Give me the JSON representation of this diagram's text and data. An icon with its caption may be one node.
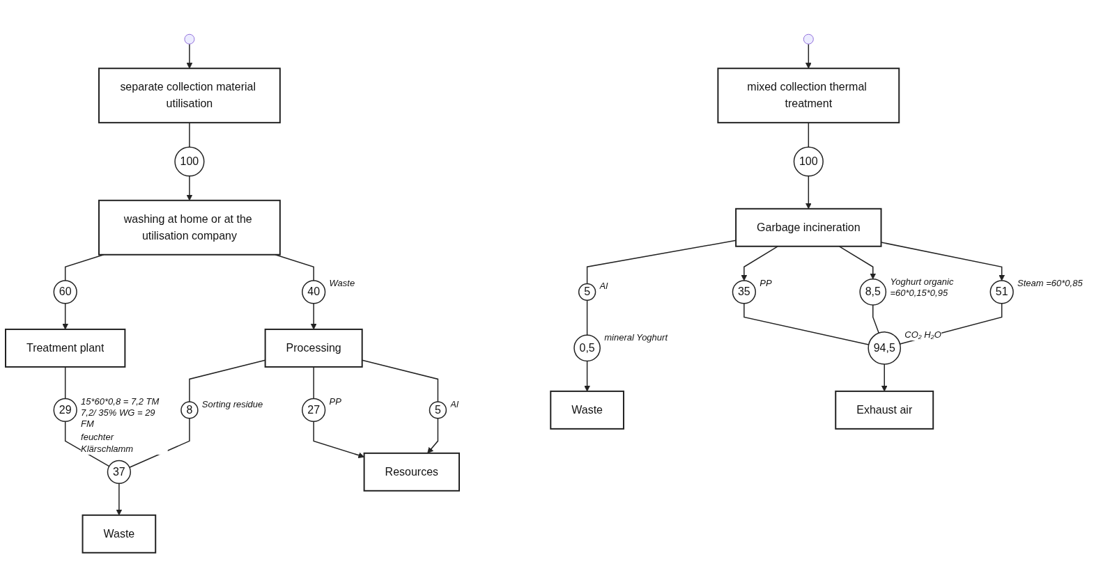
{
  "diagram": {
    "nodes": [
      {
        "text": [
          "separate collection material utilisation"
        ]
      },
      {
        "text": [
          "mixed collection thermal treatment"
        ]
      },
      {
        "text": [
          "100"
        ]
      },
      {
        "text": [
          "100"
        ]
      },
      {
        "text": [
          "washing at home or at the utilisation company"
        ]
      },
      {
        "text": [
          "60"
        ]
      },
      {
        "text": [
          "Treatment plant"
        ]
      },
      {
        "text": [
          "Garbage incineration"
        ]
      },
      {
        "text": [
          "35"
        ],
        "beside": [
          "PP"
        ]
      },
      {
        "text": [
          "40"
        ],
        "beside": [
          "Waste"
        ]
      },
      {
        "text": [
          "8,5"
        ],
        "beside": [
          "Yoghurt organic =60*0,15*0,95"
        ]
      },
      {
        "text": [
          "29"
        ],
        "beside": [
          "15*60*0,8 = 7,2 TM 7,2/ 35% WG = 29 FM",
          "feuchter Klärschlamm"
        ]
      },
      {
        "text": [
          "Processing"
        ]
      },
      {
        "text": [
          "8"
        ],
        "beside": [
          "Sorting residue"
        ]
      },
      {
        "text": [
          "5"
        ],
        "beside": [
          "Al"
        ]
      },
      {
        "text": [
          "51"
        ],
        "beside": [
          "Steam =60*0,85"
        ]
      },
      {
        "text": [
          "27"
        ],
        "beside": [
          "PP"
        ]
      },
      {
        "text": [
          "5"
        ],
        "beside": [
          "Al"
        ]
      },
      {
        "text": [
          "37"
        ]
      },
      {
        "text": [
          "0,5"
        ],
        "beside": [
          "mineral Yoghurt"
        ]
      },
      {
        "text": [
          "94,5"
        ],
        "beside": [
          "CO₂ H₂O"
        ]
      },
      {
        "text": [
          "Resources"
        ]
      },
      {
        "text": [
          "Waste"
        ]
      },
      {
        "text": [
          "Waste"
        ]
      },
      {
        "text": [
          "Exhaust air"
        ]
      }
    ],
    "edges": [
      {
        "from": null,
        "to": 0,
        "arrow": "to"
      },
      {
        "from": null,
        "to": 1,
        "arrow": "to"
      },
      {
        "from": 0,
        "to": 2,
        "arrow": "none"
      },
      {
        "from": 2,
        "to": 4,
        "arrow": "to"
      },
      {
        "from": 4,
        "to": 5,
        "arrow": "none"
      },
      {
        "from": 5,
        "to": 6,
        "arrow": "to"
      },
      {
        "from": 4,
        "to": 9,
        "arrow": "none"
      },
      {
        "from": 9,
        "to": 12,
        "arrow": "to"
      },
      {
        "from": 6,
        "to": 11,
        "arrow": "none"
      },
      {
        "from": 11,
        "to": 18,
        "arrow": "none"
      },
      {
        "from": 12,
        "to": 13,
        "arrow": "none"
      },
      {
        "from": 13,
        "to": 18,
        "arrow": "none"
      },
      {
        "from": 18,
        "to": 22,
        "arrow": "to"
      },
      {
        "from": 12,
        "to": 16,
        "arrow": "none"
      },
      {
        "from": 16,
        "to": 21,
        "arrow": "to"
      },
      {
        "from": 12,
        "to": 17,
        "arrow": "none"
      },
      {
        "from": 17,
        "to": 21,
        "arrow": "to"
      },
      {
        "from": 1,
        "to": 3,
        "arrow": "none"
      },
      {
        "from": 3,
        "to": 7,
        "arrow": "to"
      },
      {
        "from": 7,
        "to": 14,
        "arrow": "none"
      },
      {
        "from": 14,
        "to": 19,
        "arrow": "none"
      },
      {
        "from": 19,
        "to": 23,
        "arrow": "to"
      },
      {
        "from": 7,
        "to": 8,
        "arrow": "to"
      },
      {
        "from": 7,
        "to": 10,
        "arrow": "to"
      },
      {
        "from": 7,
        "to": 15,
        "arrow": "to"
      },
      {
        "from": 8,
        "to": 20,
        "arrow": "none"
      },
      {
        "from": 10,
        "to": 20,
        "arrow": "none"
      },
      {
        "from": 15,
        "to": 20,
        "arrow": "none"
      },
      {
        "from": 20,
        "to": 24,
        "arrow": "to"
      }
    ]
  }
}
